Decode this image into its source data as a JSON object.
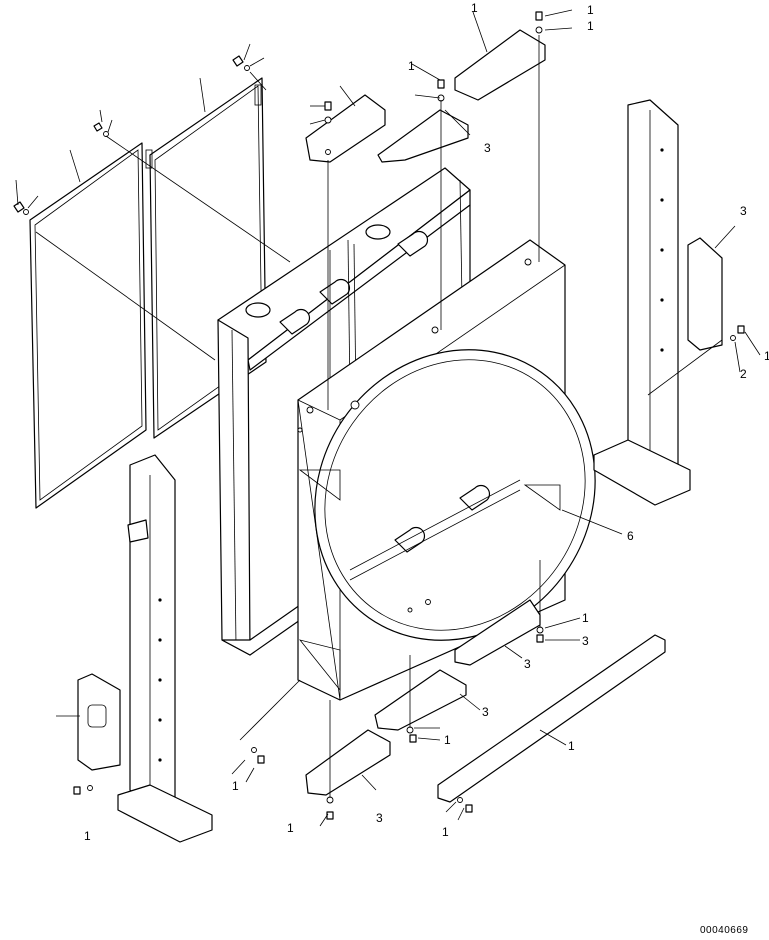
{
  "document": {
    "number": "00040669"
  },
  "callouts": [
    "1",
    "1",
    "1",
    "1",
    "3",
    "3",
    "1",
    "2",
    "6",
    "1",
    "3",
    "3",
    "3",
    "1",
    "1",
    "3",
    "1",
    "1",
    "1",
    "1"
  ]
}
